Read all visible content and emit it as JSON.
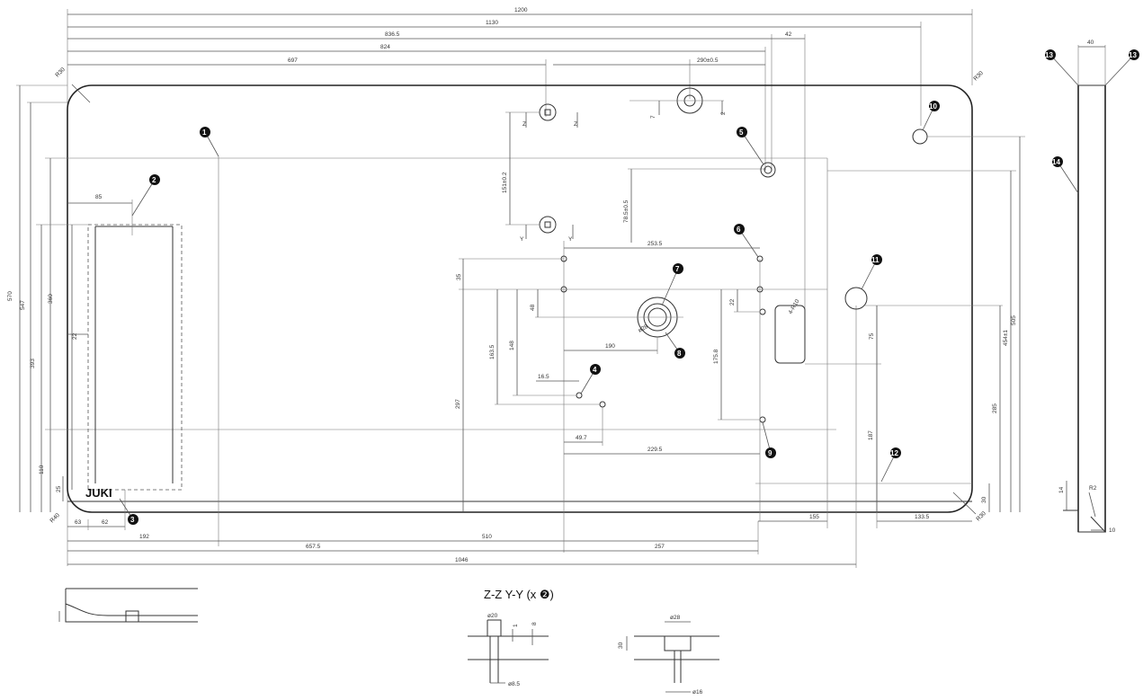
{
  "overall_dims": {
    "d1200": "1200",
    "d1130": "1130",
    "d836": "836.5",
    "d824": "824",
    "d697": "697",
    "d42": "42",
    "d40": "40",
    "d250": "290±0.5"
  },
  "plate_dims": {
    "r30_tl": "R30",
    "r30_tr": "R30",
    "r30_bl": "R40",
    "r30_br": "R30",
    "d570": "570",
    "d547": "547",
    "d360": "360",
    "d393": "393",
    "d110": "110",
    "d85": "85",
    "d25": "25",
    "d22": "22",
    "d63": "63",
    "d62": "62",
    "d192": "192",
    "d510": "510",
    "d657": "657.5",
    "d257": "257",
    "d1046": "1046",
    "d151": "151±0.2",
    "d78": "78.5±0.5",
    "d253": "253.5",
    "d35": "35",
    "d48": "48",
    "d163": "163.5",
    "d148": "148",
    "d195": "190",
    "d28": "ø28",
    "d16": "16.5",
    "d297": "297",
    "d497": "49.7",
    "d2295": "229.5",
    "d175": "175.8",
    "d22b": "22",
    "d75": "75",
    "d505": "505",
    "d454": "454±1",
    "d285": "285",
    "d187": "187",
    "d155": "155",
    "d1335": "133.5",
    "d30": "30",
    "d4r10": "4-R10",
    "t4": "4",
    "t7": "7",
    "t2": "2",
    "y1": "Y",
    "y2": "Y",
    "z1": "Z",
    "z2": "Z"
  },
  "side_view": {
    "d40": "40",
    "d14": "14",
    "r2": "R2",
    "d10": "10"
  },
  "logo": "JUKI",
  "section_title": "Z-Z  Y-Y  (x ❷)",
  "section_dims": {
    "s20": "ø20",
    "s8": "8",
    "s1": "1",
    "s85": "ø8.5",
    "s28": "ø28",
    "s30": "30",
    "s16": "ø16"
  },
  "callouts": {
    "c1": "1",
    "c2": "2",
    "c3": "3",
    "c4": "4",
    "c5": "5",
    "c6": "6",
    "c7": "7",
    "c8": "8",
    "c9": "9",
    "c10": "10",
    "c11": "11",
    "c12": "12",
    "c13": "13",
    "c14": "14"
  }
}
